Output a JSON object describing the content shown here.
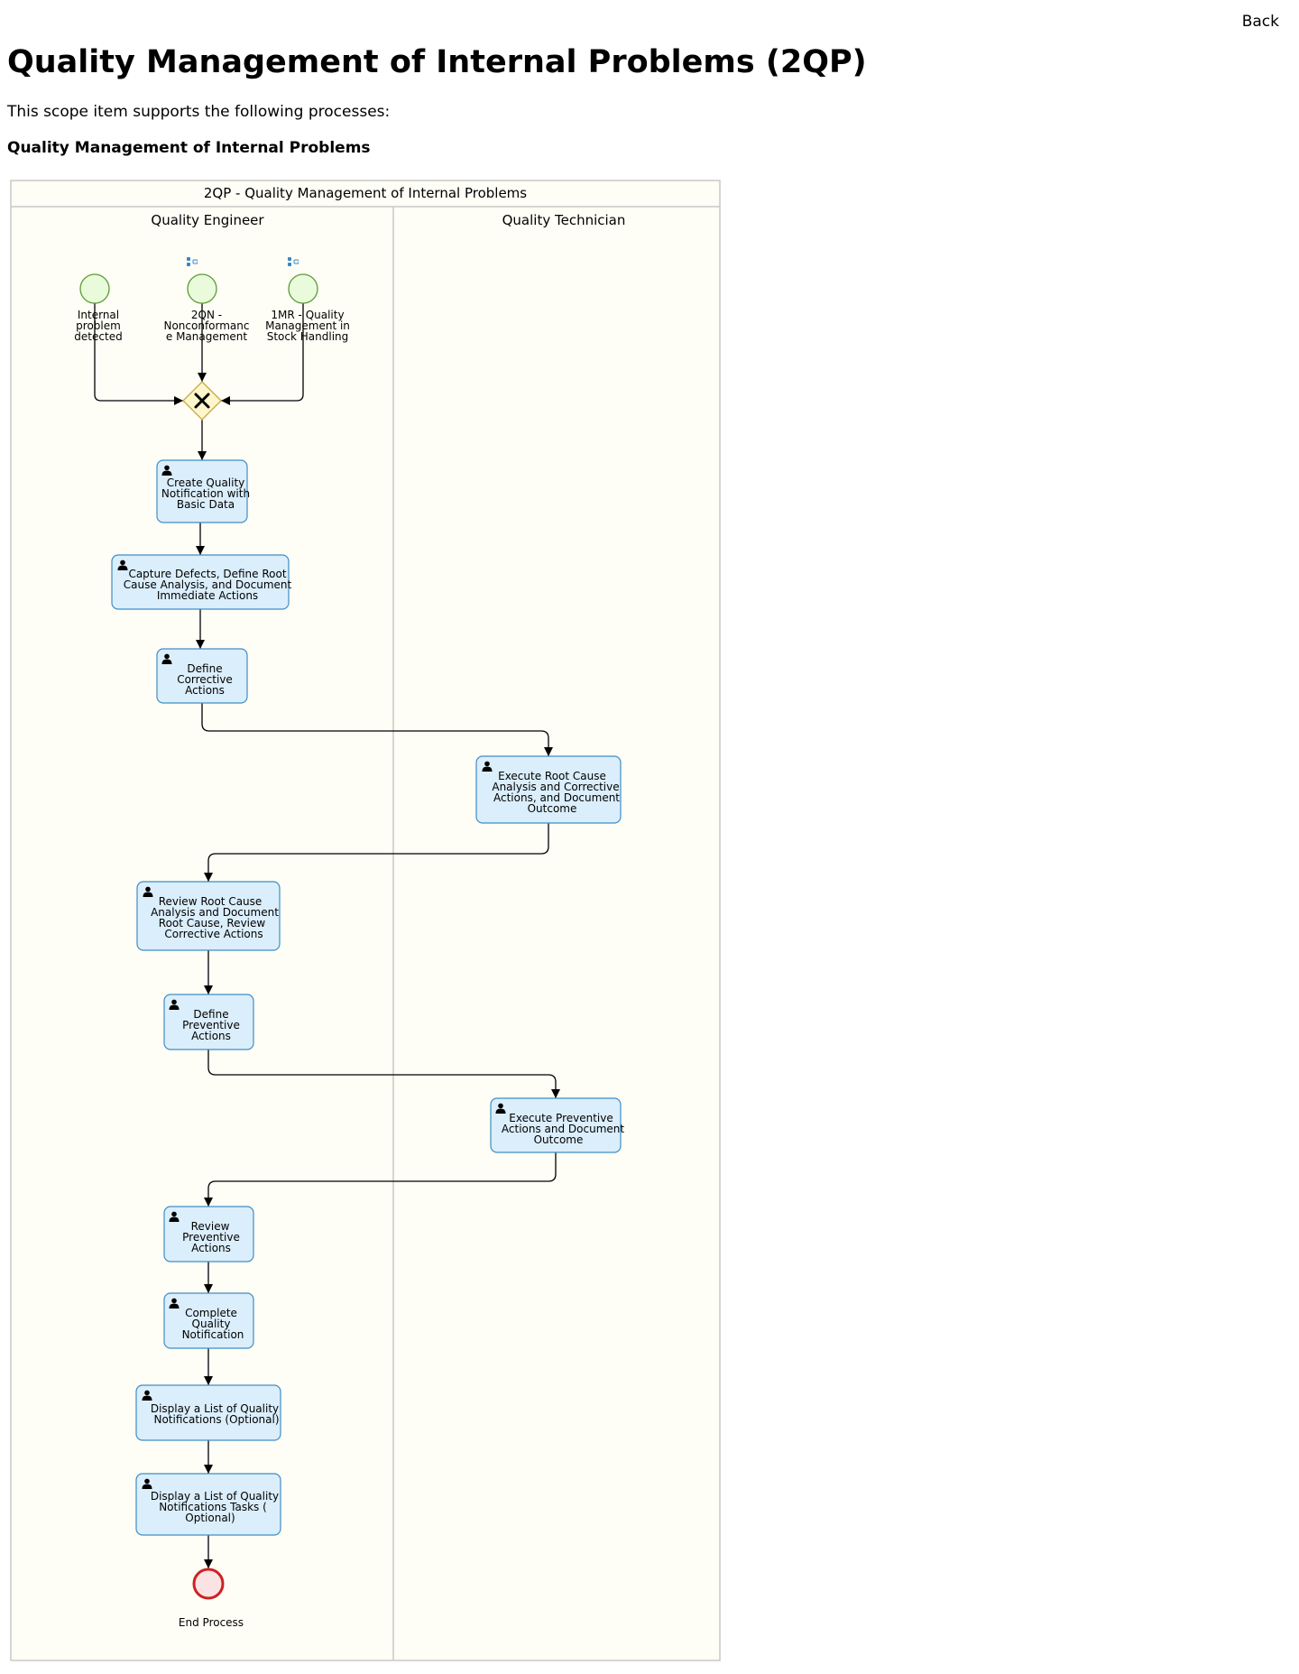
{
  "header": {
    "back_label": "Back"
  },
  "page": {
    "title": "Quality Management of Internal Problems (2QP)",
    "intro": "This scope item supports the following processes:",
    "process_heading": "Quality Management of Internal Problems"
  },
  "diagram": {
    "pool_title": "2QP - Quality Management of Internal Problems",
    "lanes": {
      "engineer": "Quality Engineer",
      "technician": "Quality Technician"
    },
    "start_events": {
      "internal": [
        "Internal",
        "problem",
        "detected"
      ],
      "nonconformance": [
        "2QN -",
        "Nonconformanc",
        "e Management"
      ],
      "stock": [
        "1MR - Quality",
        "Management in",
        "Stock Handling"
      ]
    },
    "tasks": {
      "create": [
        "Create Quality",
        "Notification with",
        "Basic Data"
      ],
      "capture": [
        "Capture Defects, Define Root",
        "Cause Analysis, and Document",
        "Immediate Actions"
      ],
      "define_corrective": [
        "Define",
        "Corrective",
        "Actions"
      ],
      "execute_root": [
        "Execute Root Cause",
        "Analysis and Corrective",
        "Actions, and Document",
        "Outcome"
      ],
      "review_root": [
        "Review Root Cause",
        "Analysis and Document",
        "Root Cause, Review",
        "Corrective Actions"
      ],
      "define_preventive": [
        "Define",
        "Preventive",
        "Actions"
      ],
      "execute_preventive": [
        "Execute Preventive",
        "Actions and Document",
        "Outcome"
      ],
      "review_preventive": [
        "Review",
        "Preventive",
        "Actions"
      ],
      "complete": [
        "Complete",
        "Quality",
        "Notification"
      ],
      "display_list": [
        "Display a List of Quality",
        "Notifications (Optional)"
      ],
      "display_tasks": [
        "Display a List of Quality",
        "Notifications Tasks (",
        "Optional)"
      ]
    },
    "end_event": "End Process",
    "colors": {
      "pool_bg": "#fefef6",
      "task_fill": "#dbeefb",
      "task_stroke": "#3e8ec8",
      "start_fill": "#eafbdc",
      "start_stroke": "#5b9a35",
      "end_fill": "#fbe3e3",
      "end_stroke": "#cc2222",
      "gateway_fill": "#fdf6cc"
    }
  }
}
